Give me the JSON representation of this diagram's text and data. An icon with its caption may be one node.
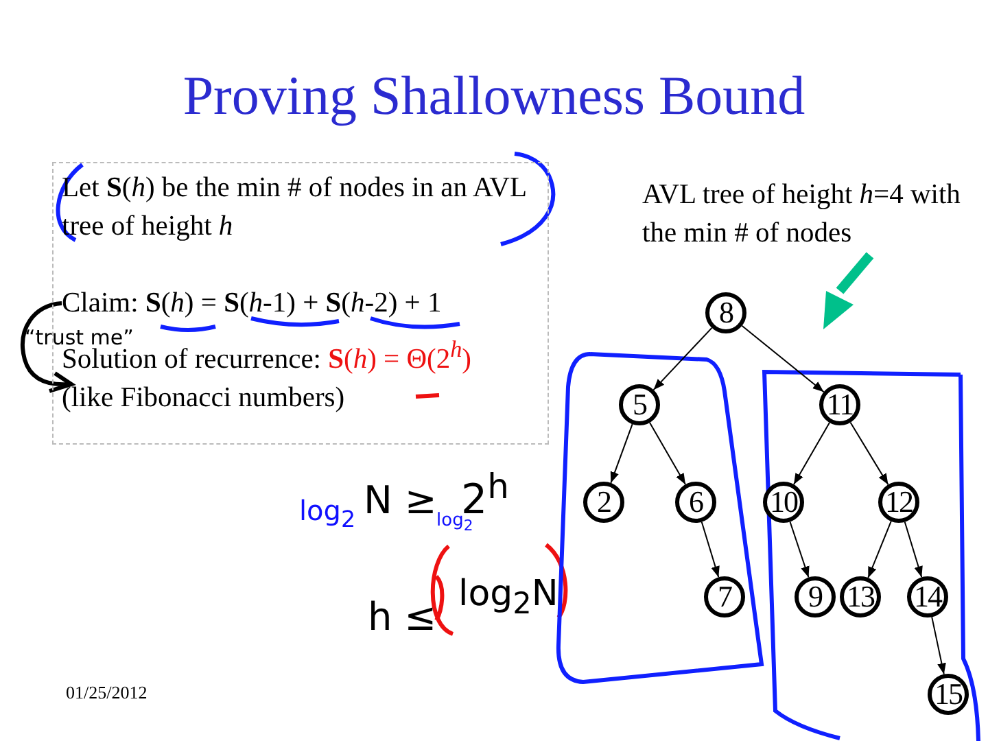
{
  "diagram": {
    "title": "Proving Shallowness Bound",
    "nodes": [
      {
        "text": [
          "Let **S**(*h*) be the min # of nodes in an AVL tree of height *h*",
          "Claim: **S**(*h*) = **S**(*h*-1) + **S**(*h*-2) + 1",
          "Solution of recurrence:",
          "**S**(*h*) = Θ(2$^{h}$)",
          "(like Fibonacci numbers)"
        ]
      },
      {
        "text": [
          "8"
        ]
      },
      {
        "text": [
          "5"
        ]
      },
      {
        "text": [
          "11"
        ]
      },
      {
        "text": [
          "2"
        ]
      },
      {
        "text": [
          "6"
        ]
      },
      {
        "text": [
          "10"
        ]
      },
      {
        "text": [
          "12"
        ]
      },
      {
        "text": [
          "7"
        ]
      },
      {
        "text": [
          "9"
        ]
      },
      {
        "text": [
          "13"
        ]
      },
      {
        "text": [
          "14"
        ]
      },
      {
        "text": [
          "15"
        ]
      }
    ],
    "edges": [
      {
        "from": 1,
        "to": 2,
        "arrow": "to"
      },
      {
        "from": 1,
        "to": 3,
        "arrow": "to"
      },
      {
        "from": 2,
        "to": 4,
        "arrow": "to"
      },
      {
        "from": 2,
        "to": 5,
        "arrow": "to"
      },
      {
        "from": 3,
        "to": 6,
        "arrow": "to"
      },
      {
        "from": 3,
        "to": 7,
        "arrow": "to"
      },
      {
        "from": 5,
        "to": 8,
        "arrow": "to"
      },
      {
        "from": 6,
        "to": 9,
        "arrow": "to"
      },
      {
        "from": 7,
        "to": 10,
        "arrow": "to"
      },
      {
        "from": 7,
        "to": 11,
        "arrow": "to"
      },
      {
        "from": 11,
        "to": 12,
        "arrow": "to"
      }
    ],
    "labels": [
      "AVL tree of height *h*=4 with the min # of nodes",
      "“trust me”",
      "log$_{2}$",
      "N ≥",
      "log$_{2}$",
      "2$^{h}$",
      "h ≤",
      "log$_{2}$N",
      "01/25/2012"
    ]
  }
}
